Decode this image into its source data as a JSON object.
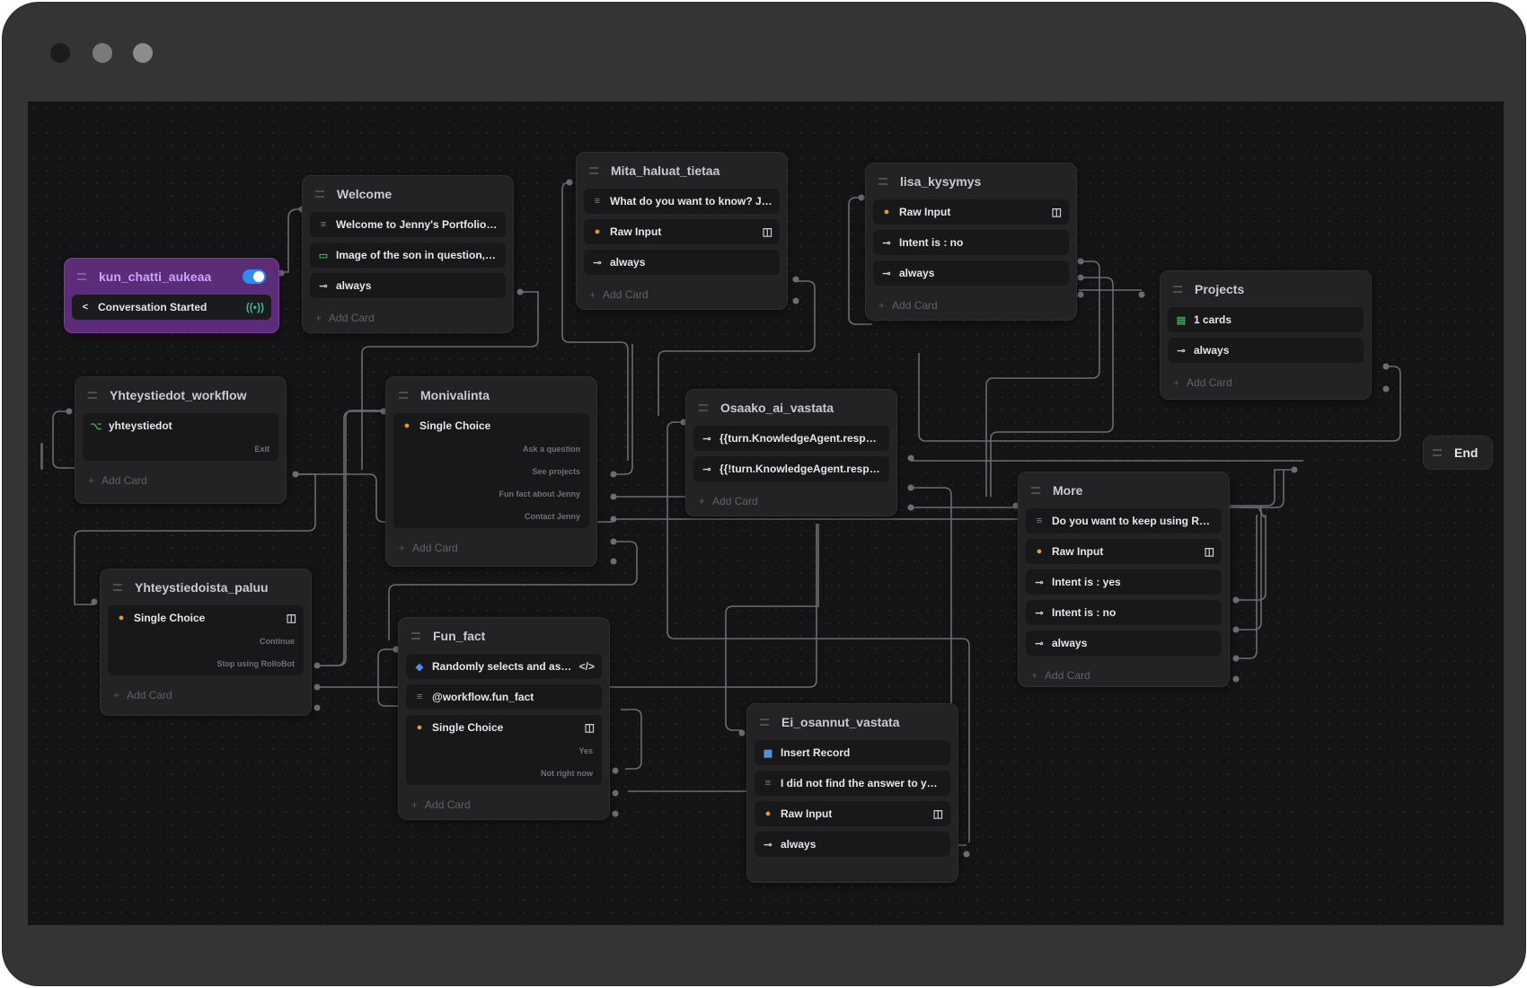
{
  "nodes": {
    "start": {
      "title": "kun_chatti_aukeaa",
      "trigger": "Conversation Started",
      "enabled": true
    },
    "welcome": {
      "title": "Welcome",
      "message": "Welcome to Jenny's Portfolio ! 😊 ...",
      "image": "Image of the son in question, Rollo ...",
      "condition": "always",
      "add_card": "Add Card"
    },
    "mita": {
      "title": "Mita_haluat_tietaa",
      "message": "What do you want to know? Just ke...",
      "input": "Raw Input",
      "condition": "always",
      "add_card": "Add Card"
    },
    "lisa": {
      "title": "lisa_kysymys",
      "input": "Raw Input",
      "intent": "Intent is : no",
      "condition": "always",
      "add_card": "Add Card"
    },
    "projects": {
      "title": "Projects",
      "cards": "1 cards",
      "condition": "always",
      "add_card": "Add Card"
    },
    "yhteystiedot_wf": {
      "title": "Yhteystiedot_workflow",
      "workflow": "yhteystiedot",
      "exit": "Exit",
      "add_card": "Add Card"
    },
    "monivalinta": {
      "title": "Monivalinta",
      "choice": "Single Choice",
      "options": [
        "Ask a question",
        "See projects",
        "Fun fact about Jenny",
        "Contact Jenny"
      ],
      "add_card": "Add Card"
    },
    "osaako": {
      "title": "Osaako_ai_vastata",
      "cond1": "{{turn.KnowledgeAgent.responded}}",
      "cond2": "{{!turn.KnowledgeAgent.responded}}",
      "add_card": "Add Card"
    },
    "end": {
      "title": "End"
    },
    "more": {
      "title": "More",
      "message": "Do you want to keep using RolloBot?",
      "input": "Raw Input",
      "intent_yes": "Intent is : yes",
      "intent_no": "Intent is : no",
      "condition": "always",
      "add_card": "Add Card"
    },
    "paluu": {
      "title": "Yhteystiedoista_paluu",
      "choice": "Single Choice",
      "options": [
        "Continue",
        "Stop using RolloBot"
      ],
      "add_card": "Add Card"
    },
    "fun_fact": {
      "title": "Fun_fact",
      "code": "Randomly selects and assign...",
      "variable": "@workflow.fun_fact",
      "choice": "Single Choice",
      "options": [
        "Yes",
        "Not right now"
      ],
      "add_card": "Add Card"
    },
    "ei_osannut": {
      "title": "Ei_osannut_vastata",
      "record": "Insert Record",
      "message": "I did not find the answer to your qu...",
      "input": "Raw Input",
      "condition": "always"
    }
  },
  "icons": {
    "message": "message-icon",
    "image": "image-icon",
    "condition": "condition-arrow-icon",
    "input": "input-icon",
    "kb": "knowledge-book-icon",
    "workflow": "workflow-icon",
    "code": "code-icon",
    "table": "table-icon",
    "trigger": "share-icon"
  },
  "colors": {
    "canvas": "#141416",
    "node": "#232326",
    "start_node": "#5b2c77",
    "start_title": "#c9a4ff",
    "toggle": "#2f8cf0",
    "wire": "#6b6b70"
  }
}
